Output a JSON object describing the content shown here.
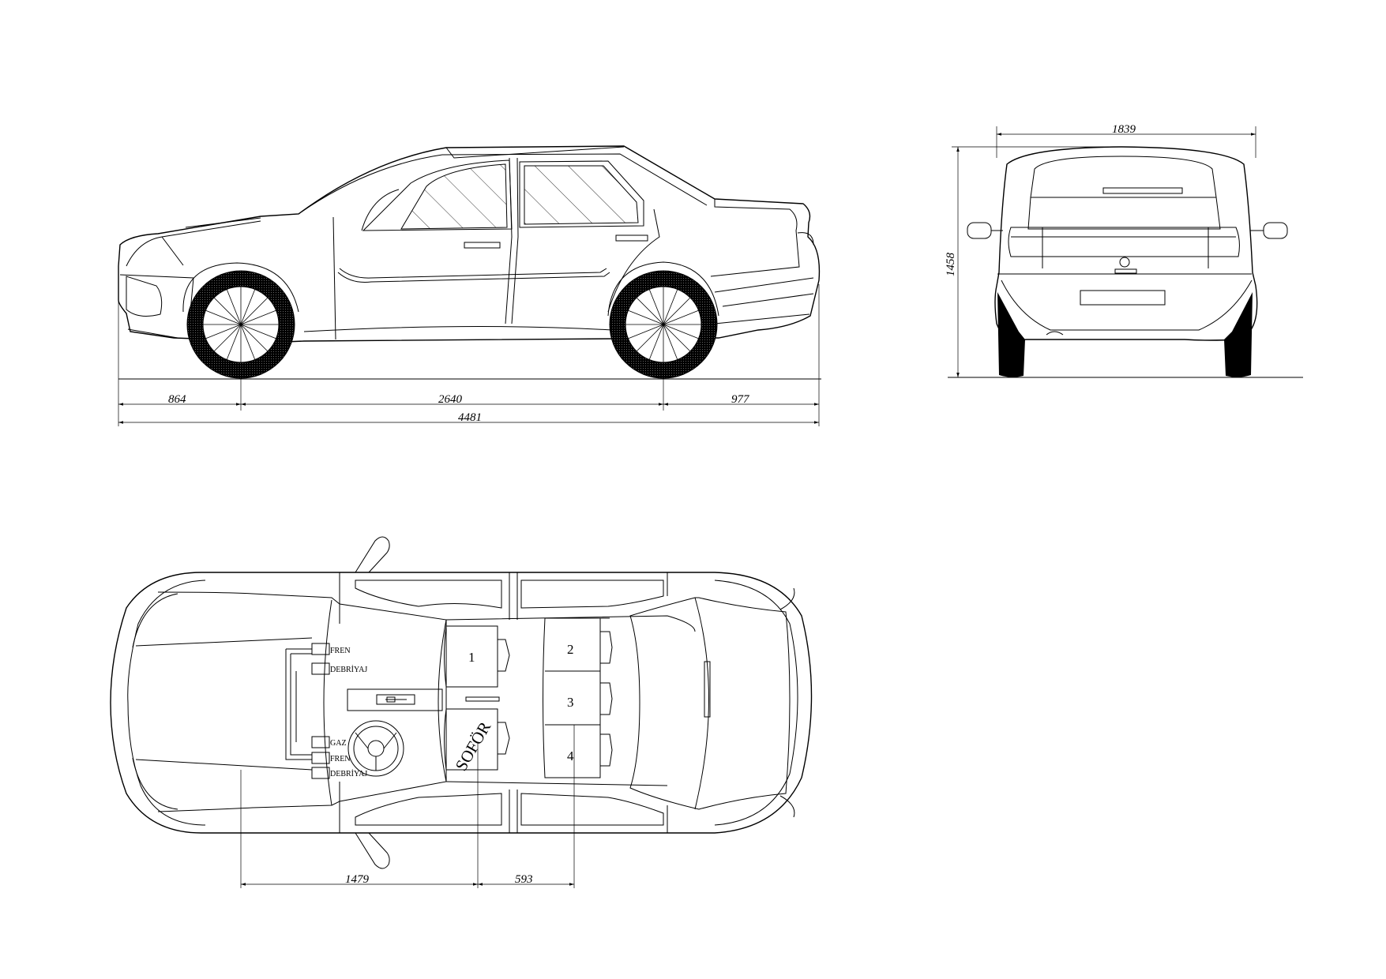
{
  "side_view": {
    "dims": {
      "front_overhang": "864",
      "wheelbase": "2640",
      "rear_overhang": "977",
      "overall_length": "4481"
    }
  },
  "rear_view": {
    "dims": {
      "width": "1839",
      "height": "1458"
    }
  },
  "top_view": {
    "controls": {
      "upper": [
        "FREN",
        "DEBRİYAJ"
      ],
      "lower": [
        "GAZ",
        "FREN",
        "DEBRİYAJ"
      ]
    },
    "seats": [
      "1",
      "2",
      "3",
      "4"
    ],
    "driver_label": "SOFÖR",
    "dims": {
      "pedal_to_driver": "1479",
      "driver_to_rear": "593"
    }
  }
}
